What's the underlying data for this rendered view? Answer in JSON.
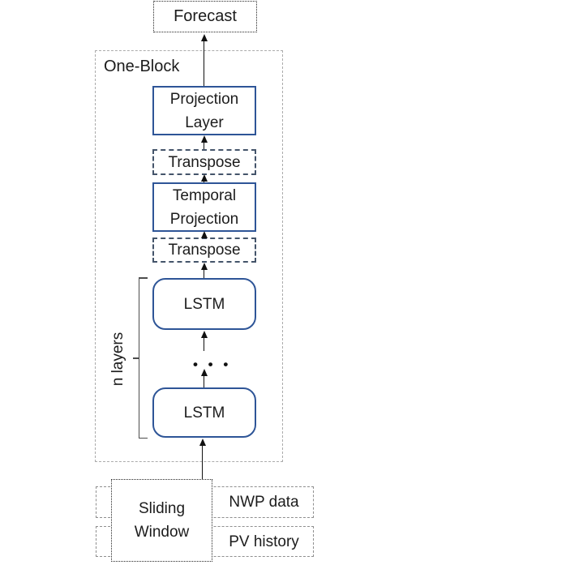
{
  "diagram": {
    "forecast_label": "Forecast",
    "one_block_label": "One-Block",
    "boxes": {
      "projection_layer": "Projection Layer",
      "transpose_top": "Transpose",
      "temporal_projection": "Temporal Projection",
      "transpose_bottom": "Transpose",
      "lstm_top": "LSTM",
      "lstm_bottom": "LSTM",
      "sliding_window": "Sliding Window",
      "nwp_data": "NWP data",
      "pv_history": "PV history"
    },
    "annotations": {
      "n_layers": "n layers",
      "ellipsis": "•  •  •"
    },
    "colors": {
      "solid_box_border": "#2E5597",
      "dashed_box_border": "#44546A",
      "container_border": "#ABABAB",
      "input_dashed_border": "#8F8F8F",
      "dotted_border": "#262626",
      "arrow": "#111111",
      "text": "#1C1C1C"
    }
  }
}
